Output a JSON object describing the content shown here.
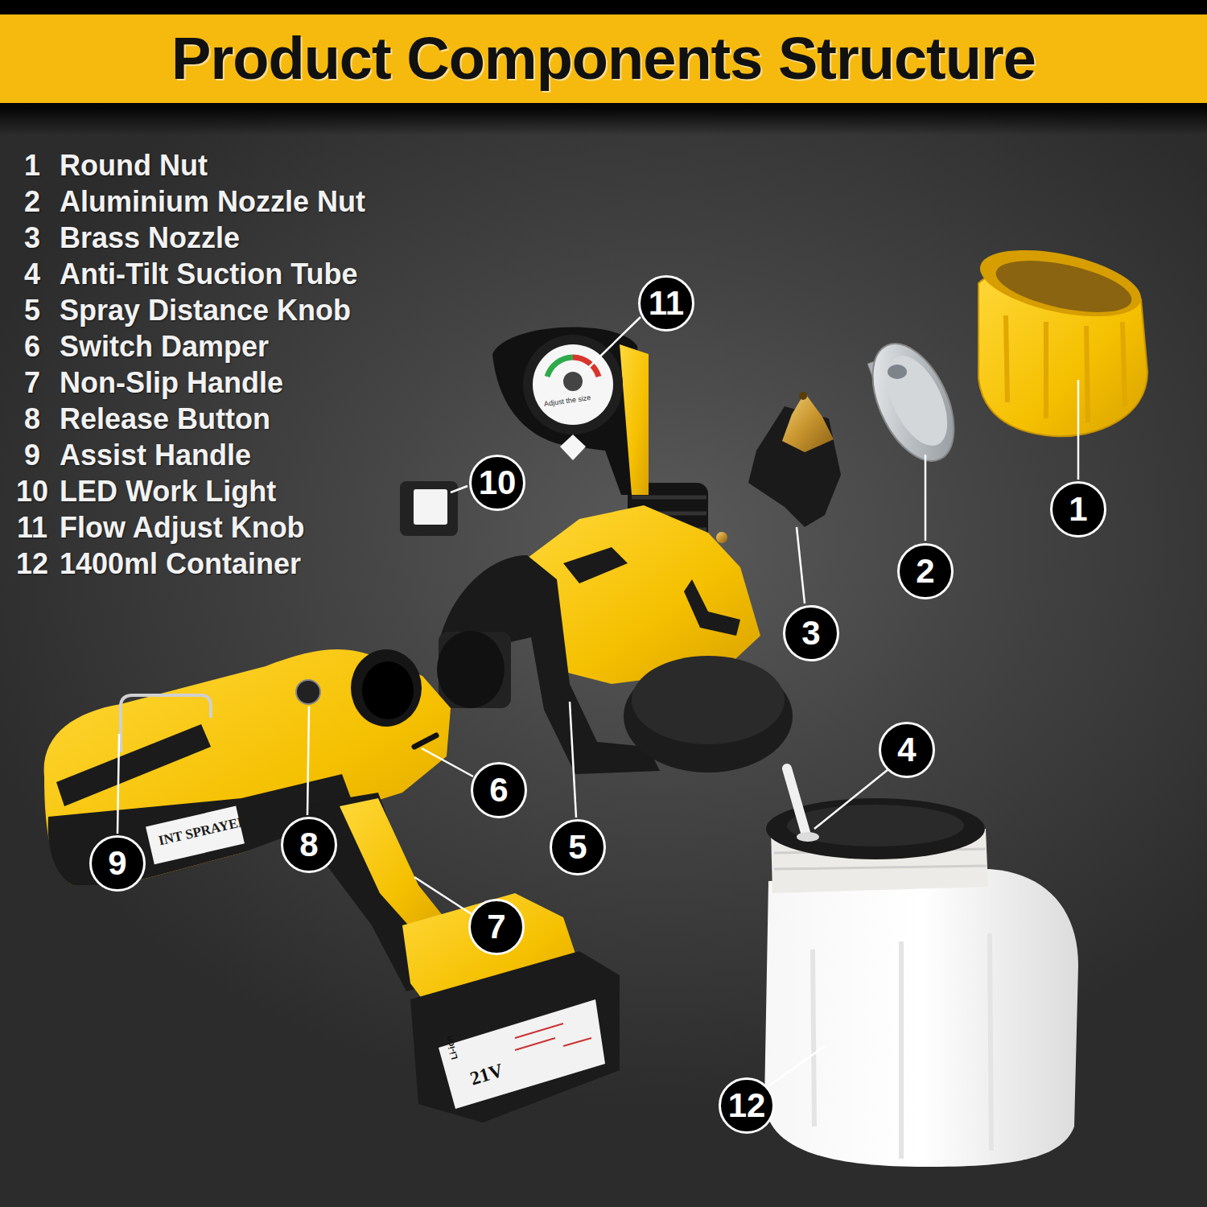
{
  "diagram": {
    "title": "Product Components Structure",
    "nodes": [
      {
        "text": [
          "1"
        ]
      },
      {
        "text": [
          "2"
        ]
      },
      {
        "text": [
          "3"
        ]
      },
      {
        "text": [
          "4"
        ]
      },
      {
        "text": [
          "5"
        ]
      },
      {
        "text": [
          "6"
        ]
      },
      {
        "text": [
          "7"
        ]
      },
      {
        "text": [
          "8"
        ]
      },
      {
        "text": [
          "9"
        ]
      },
      {
        "text": [
          "10"
        ]
      },
      {
        "text": [
          "11"
        ]
      },
      {
        "text": [
          "12"
        ]
      }
    ],
    "labels": [
      "1",
      "Round Nut",
      "2",
      "Aluminium Nozzle Nut",
      "3",
      "Brass Nozzle",
      "4",
      "Anti-Tilt Suction Tube",
      "5",
      "Spray Distance Knob",
      "6",
      "Switch Damper",
      "7",
      "Non-Slip Handle",
      "8",
      "Release Button",
      "9",
      "Assist Handle",
      "10",
      "LED Work Light",
      "11",
      "Flow Adjust Knob",
      "12",
      "1400ml Container",
      "INT SPRAYER",
      "Adjust the size",
      "21V",
      "Li-ion"
    ]
  }
}
